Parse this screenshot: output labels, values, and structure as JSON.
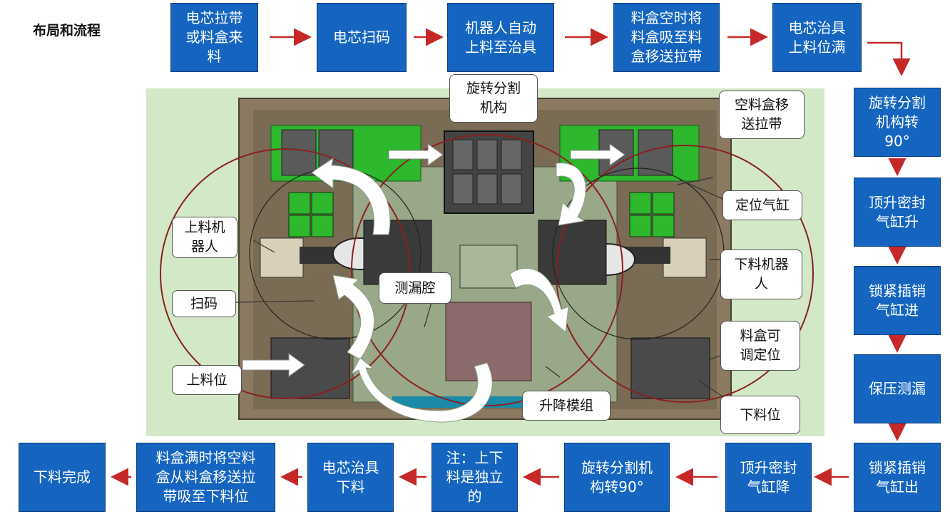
{
  "title": "布局和流程",
  "flow": {
    "top": [
      "电芯拉带\n或料盒来\n料",
      "电芯扫码",
      "机器人自动\n上料至治具",
      "料盒空时将\n料盒吸至料\n盒移送拉带",
      "电芯治具\n上料位满"
    ],
    "right": [
      "旋转分割\n机构转\n90°",
      "顶升密封\n气缸升",
      "锁紧插销\n气缸进",
      "保压测漏",
      "锁紧插销\n气缸出"
    ],
    "bottom": [
      "顶升密封\n气缸降",
      "旋转分割机\n构转90°",
      "注：上下\n料是独立\n的",
      "电芯治具\n下料",
      "料盒满时将空料\n盒从料盒移送拉\n带吸至下料位",
      "下料完成"
    ]
  },
  "callouts": {
    "rotary": "旋转分割\n机构",
    "empty_box_belt": "空料盒移\n送拉带",
    "locating_cylinder": "定位气缸",
    "loading_robot": "上料机\n器人",
    "leak_chamber": "测漏腔",
    "unloading_robot": "下料机器\n人",
    "scan": "扫码",
    "box_adjust": "料盒可\n调定位",
    "loading_position": "上料位",
    "lift_module": "升降模组",
    "unloading_position": "下料位"
  },
  "colors": {
    "box_fill": "#1565c0",
    "arrow": "#c62828",
    "scene_bg": "#d2e8c6",
    "belt_green": "#2db82d"
  }
}
